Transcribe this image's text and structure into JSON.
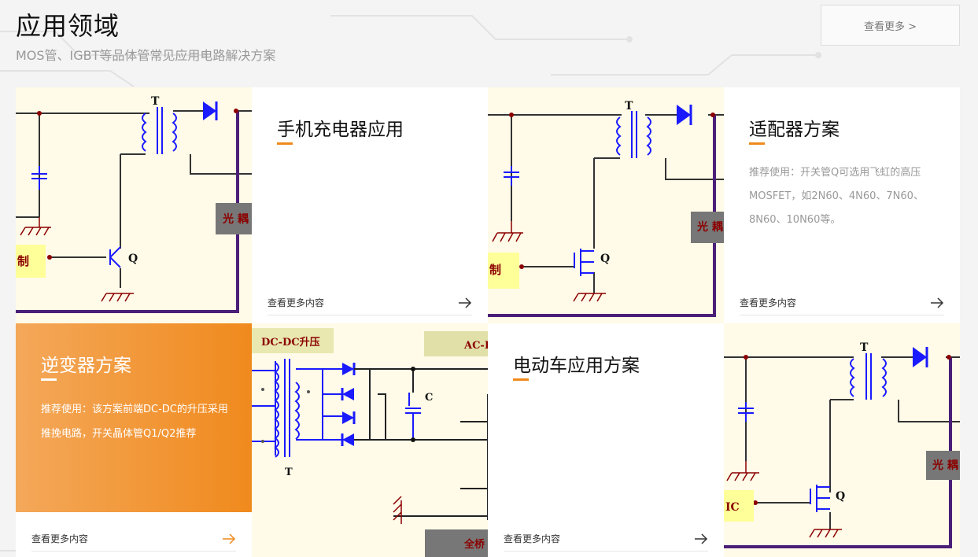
{
  "header": {
    "title": "应用领域",
    "subtitle": "MOS管、IGBT等品体管常见应用电路解决方案",
    "more_button": "查看更多 >"
  },
  "cards": [
    {
      "title": "手机充电器应用",
      "description": "",
      "more": "查看更多内容"
    },
    {
      "title": "适配器方案",
      "description": "推荐使用：开关管Q可选用飞虹的高压MOSFET，如2N60、4N60、7N60、8N60、10N60等。",
      "more": "查看更多内容"
    },
    {
      "title": "逆变器方案",
      "description": "推荐使用：该方案前端DC-DC的升压采用推挽电路，开关晶体管Q1/Q2推荐",
      "more": "查看更多内容"
    },
    {
      "title": "电动车应用方案",
      "description": "",
      "more": "查看更多内容"
    }
  ],
  "diagrams": {
    "flyback_bjt": {
      "transformer": "T",
      "switch": "Q",
      "control": "制",
      "optocoupler": "光 耦"
    },
    "flyback_mos": {
      "transformer": "T",
      "switch": "Q",
      "control": "制",
      "optocoupler": "光 耦"
    },
    "inverter": {
      "dcdc": "DC-DC升压",
      "acdc": "AC-D",
      "transformer": "T",
      "capacitor": "C",
      "bridge": "全桥"
    },
    "ev": {
      "transformer": "T",
      "switch": "Q",
      "control": "IC",
      "optocoupler": "光 耦"
    }
  },
  "colors": {
    "accent": "#f08a1d",
    "wire_blue": "#1a1aff",
    "wire_dark": "#333333",
    "frame_purple": "#4b1f78",
    "label_yellow": "#ffff99",
    "opto_gray": "#777777"
  }
}
